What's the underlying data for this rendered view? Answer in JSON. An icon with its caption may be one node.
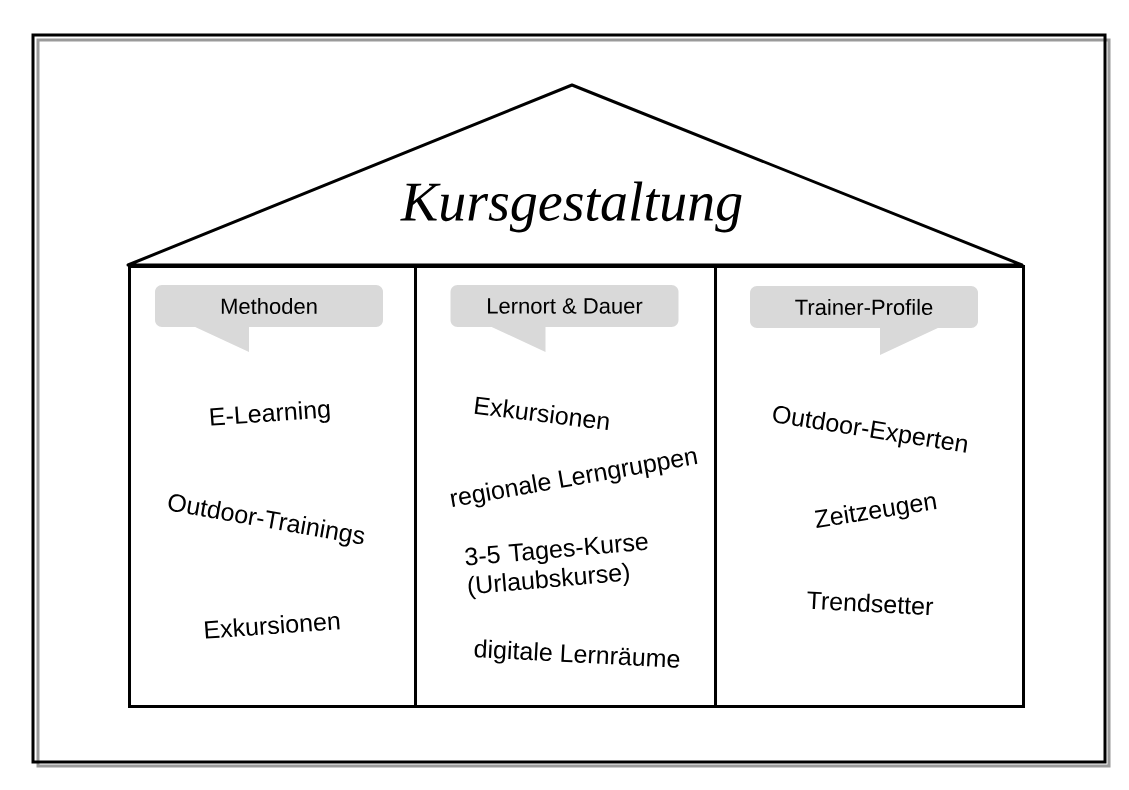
{
  "diagram": {
    "nodes": [
      {
        "text": [
          "Kursgestaltung"
        ]
      },
      {
        "text": [
          "E-Learning",
          "Outdoor-Trainings",
          "Exkursionen"
        ]
      },
      {
        "text": [
          "Methoden"
        ],
        "in": 1
      },
      {
        "text": [
          "Exkursionen",
          "regionale Lerngruppen",
          "3-5 Tages-Kurse (Urlaubskurse)",
          "digitale Lernräume"
        ]
      },
      {
        "text": [
          "Lernort & Dauer"
        ],
        "in": 3
      },
      {
        "text": [
          "Outdoor-Experten",
          "Zeitzeugen",
          "Trendsetter"
        ]
      },
      {
        "text": [
          "Trainer-Profile"
        ],
        "in": 5
      }
    ]
  }
}
